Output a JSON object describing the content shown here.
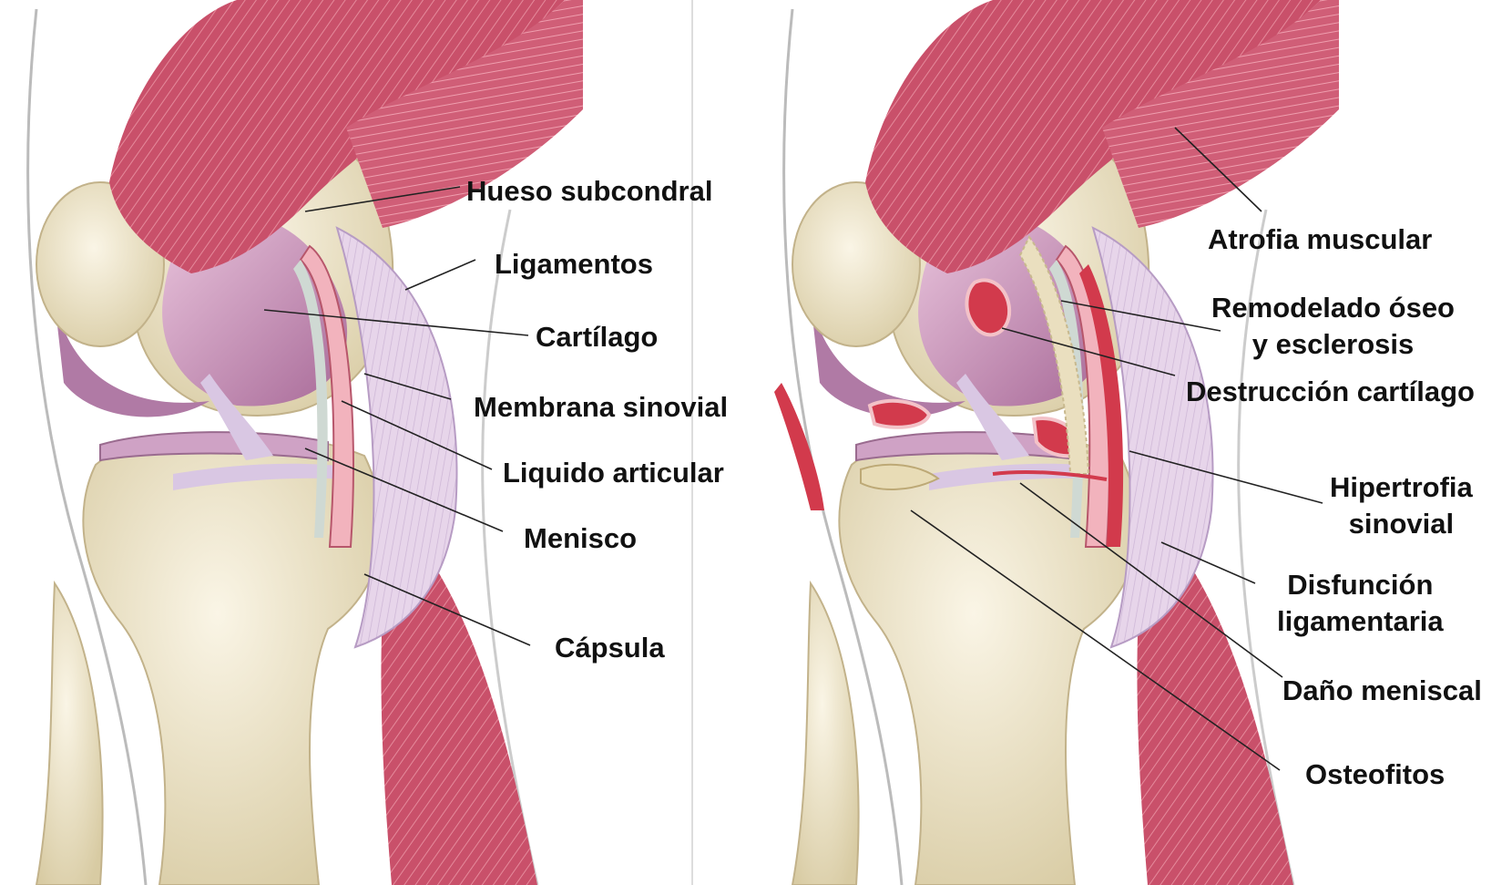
{
  "palette": {
    "muscle": "#c9506a",
    "muscle_light": "#e58a9b",
    "bone": "#efe6cc",
    "bone_shadow": "#d8cba3",
    "cartilage": "#c98fb8",
    "cartilage_light": "#e9c4dc",
    "capsule": "#e7d5ea",
    "synovial": "#f2b3bd",
    "inflamed": "#d23a4c",
    "label_line": "#222222",
    "divider": "#dddddd"
  },
  "panels": {
    "healthy": {
      "labels": [
        {
          "id": "hueso-subcondral",
          "text": [
            "Hueso subcondral"
          ]
        },
        {
          "id": "ligamentos",
          "text": [
            "Ligamentos"
          ]
        },
        {
          "id": "cartilago",
          "text": [
            "Cartílago"
          ]
        },
        {
          "id": "membrana-sinovial",
          "text": [
            "Membrana sinovial"
          ]
        },
        {
          "id": "liquido-articular",
          "text": [
            "Liquido articular"
          ]
        },
        {
          "id": "menisco",
          "text": [
            "Menisco"
          ]
        },
        {
          "id": "capsula",
          "text": [
            "Cápsula"
          ]
        }
      ]
    },
    "osteoarthritis": {
      "labels": [
        {
          "id": "atrofia-muscular",
          "text": [
            "Atrofia muscular"
          ]
        },
        {
          "id": "remodelado-oseo",
          "text": [
            "Remodelado óseo",
            "y esclerosis"
          ]
        },
        {
          "id": "destruccion-cartilago",
          "text": [
            "Destrucción cartílago"
          ]
        },
        {
          "id": "hipertrofia-sinovial",
          "text": [
            "Hipertrofia",
            "sinovial"
          ]
        },
        {
          "id": "disfuncion-ligamentaria",
          "text": [
            "Disfunción",
            "ligamentaria"
          ]
        },
        {
          "id": "dano-meniscal",
          "text": [
            "Daño meniscal"
          ]
        },
        {
          "id": "osteofitos",
          "text": [
            "Osteofitos"
          ]
        }
      ]
    }
  }
}
